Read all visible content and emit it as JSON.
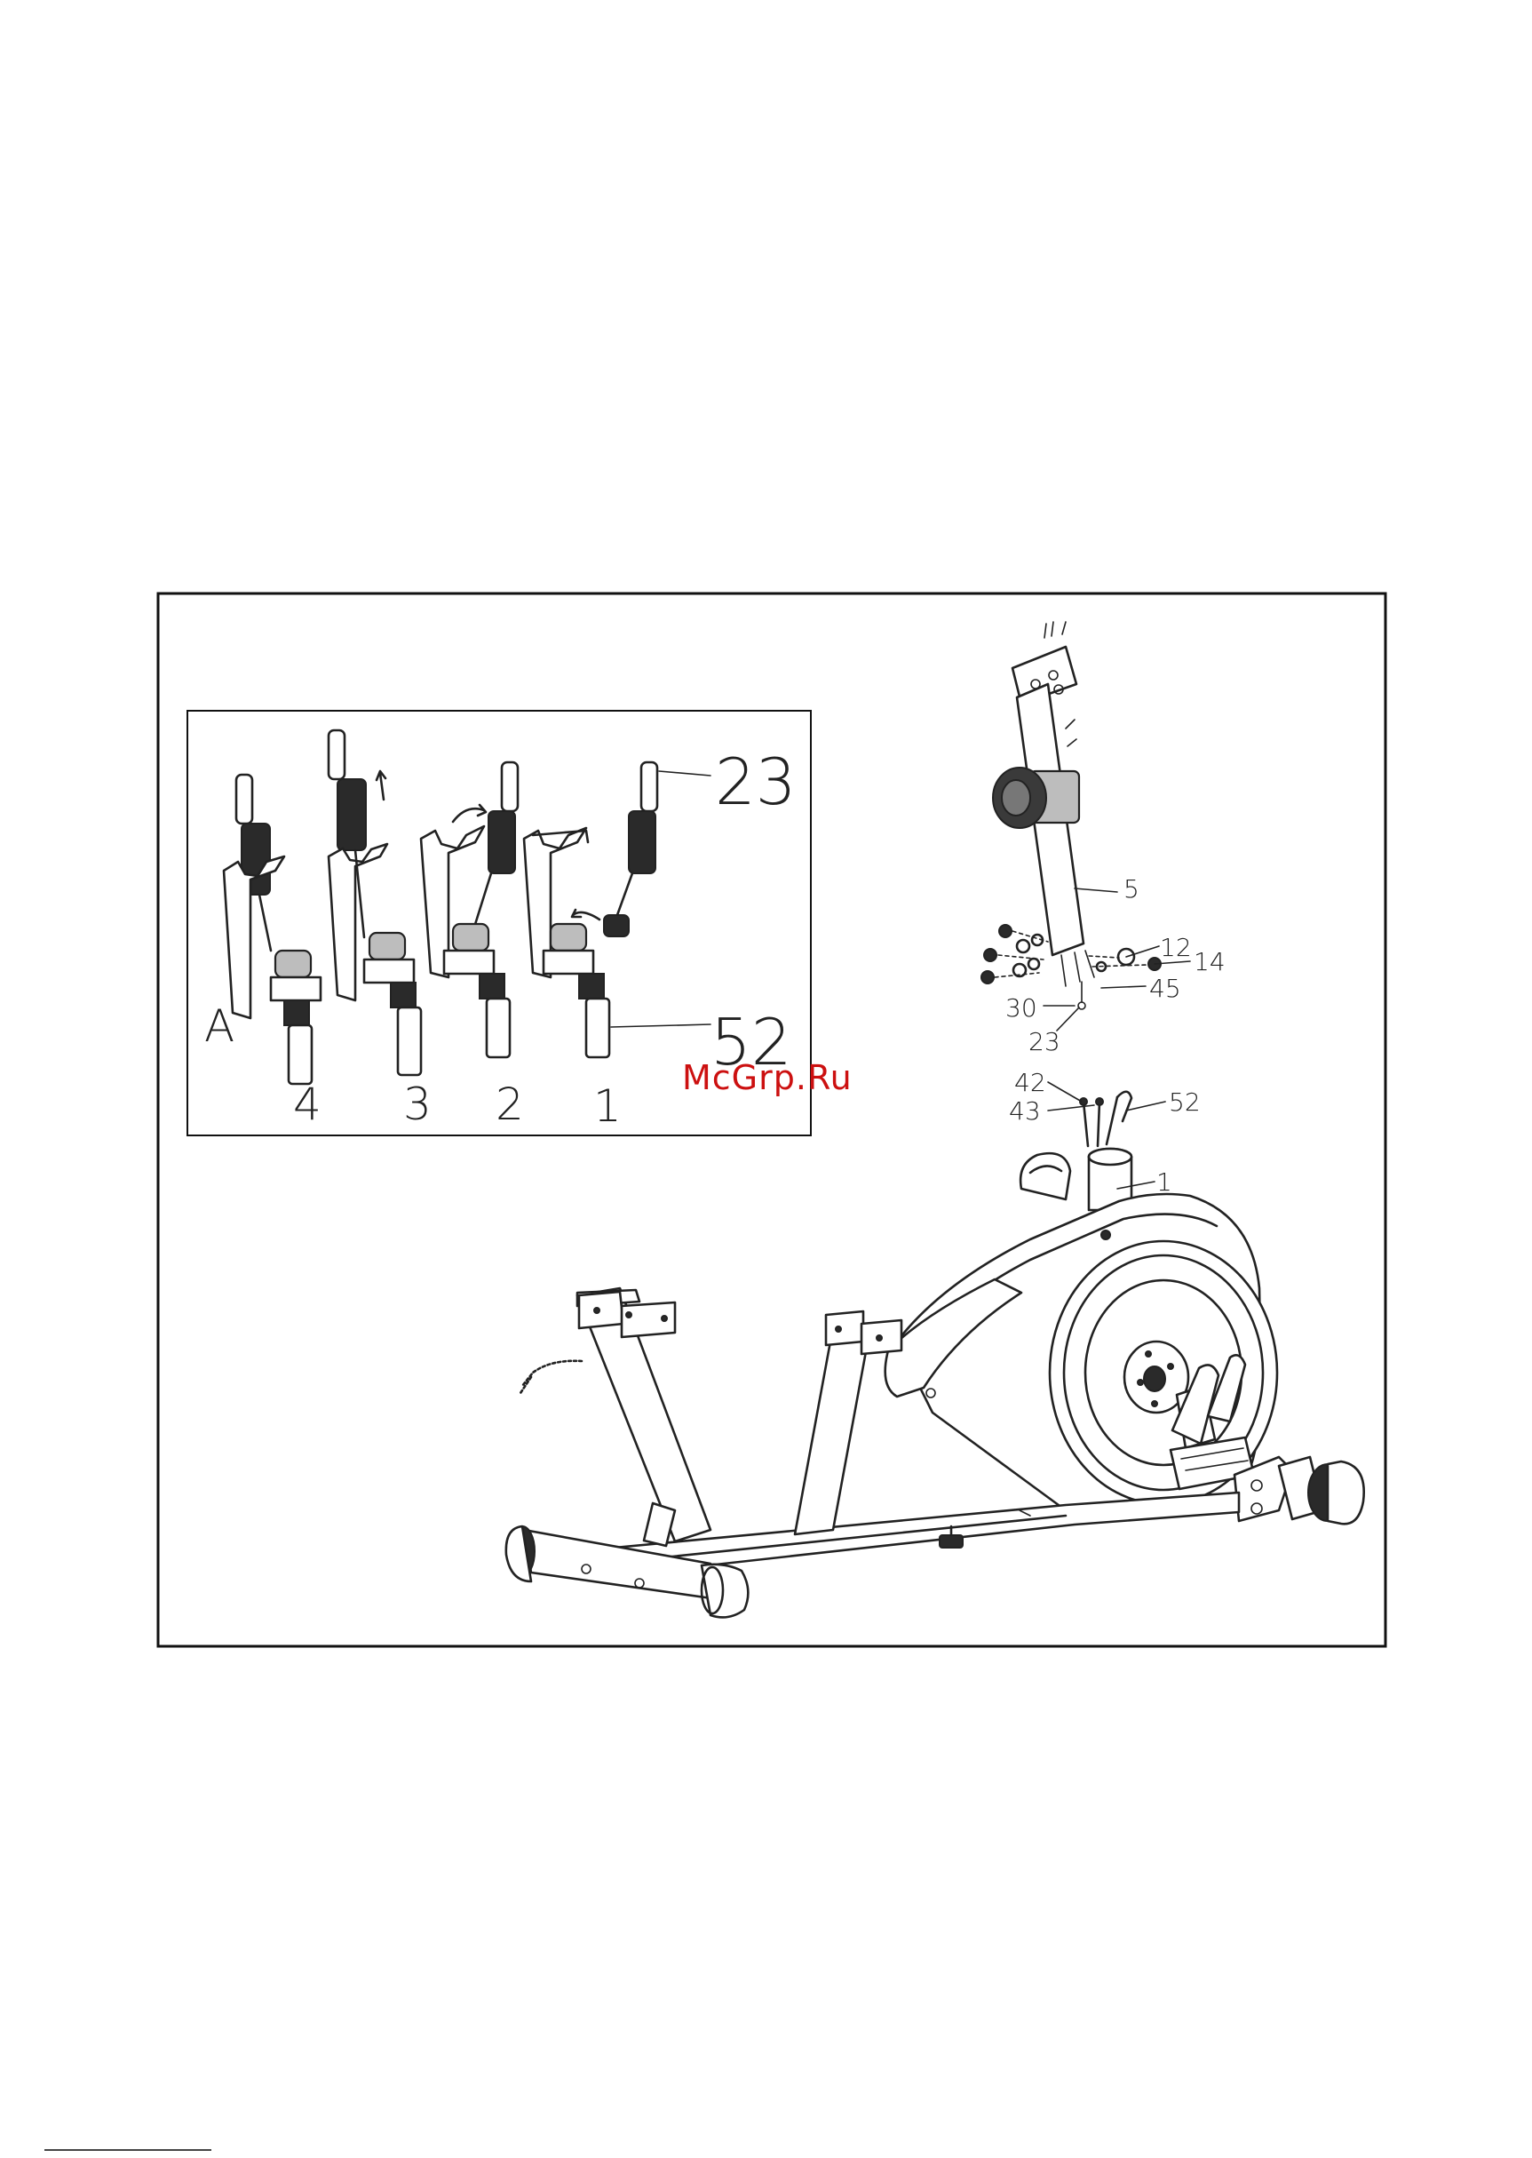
{
  "watermark": "McGrp.Ru",
  "detail_view": {
    "label": "A",
    "step_numbers": [
      "4",
      "3",
      "2",
      "1"
    ],
    "callouts": [
      "23",
      "52"
    ]
  },
  "main_view": {
    "callouts": [
      "5",
      "12",
      "14",
      "45",
      "30",
      "23",
      "42",
      "43",
      "52",
      "1"
    ]
  }
}
